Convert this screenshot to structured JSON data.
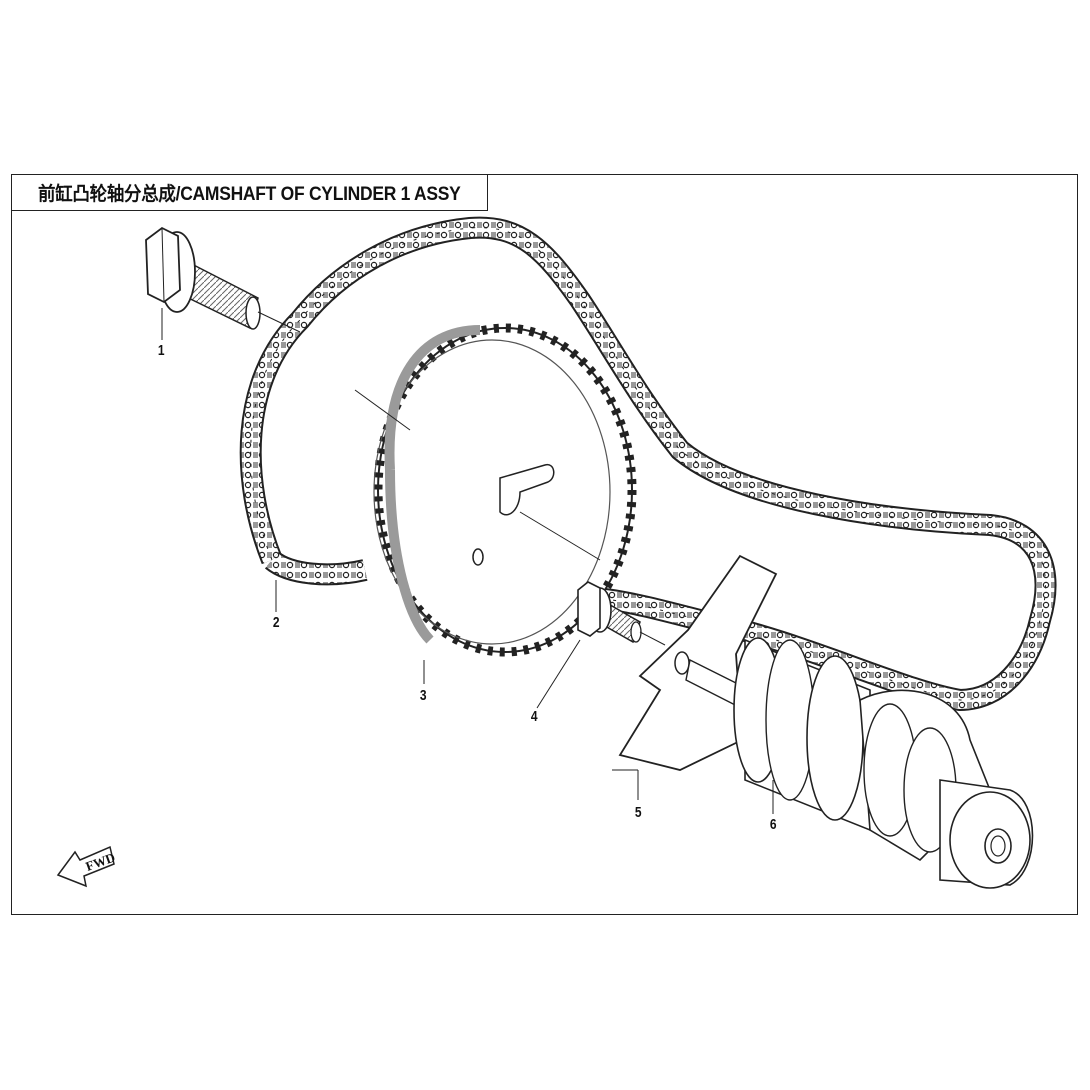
{
  "title": "前缸凸轮轴分总成/CAMSHAFT OF CYLINDER 1 ASSY",
  "callouts": [
    {
      "id": "1",
      "label": "1"
    },
    {
      "id": "2",
      "label": "2"
    },
    {
      "id": "3",
      "label": "3"
    },
    {
      "id": "4",
      "label": "4"
    },
    {
      "id": "5",
      "label": "5"
    },
    {
      "id": "6",
      "label": "6"
    }
  ],
  "direction_marker": "FWD",
  "colors": {
    "line": "#222222",
    "background": "#ffffff",
    "shade": "#9a9a9a"
  }
}
